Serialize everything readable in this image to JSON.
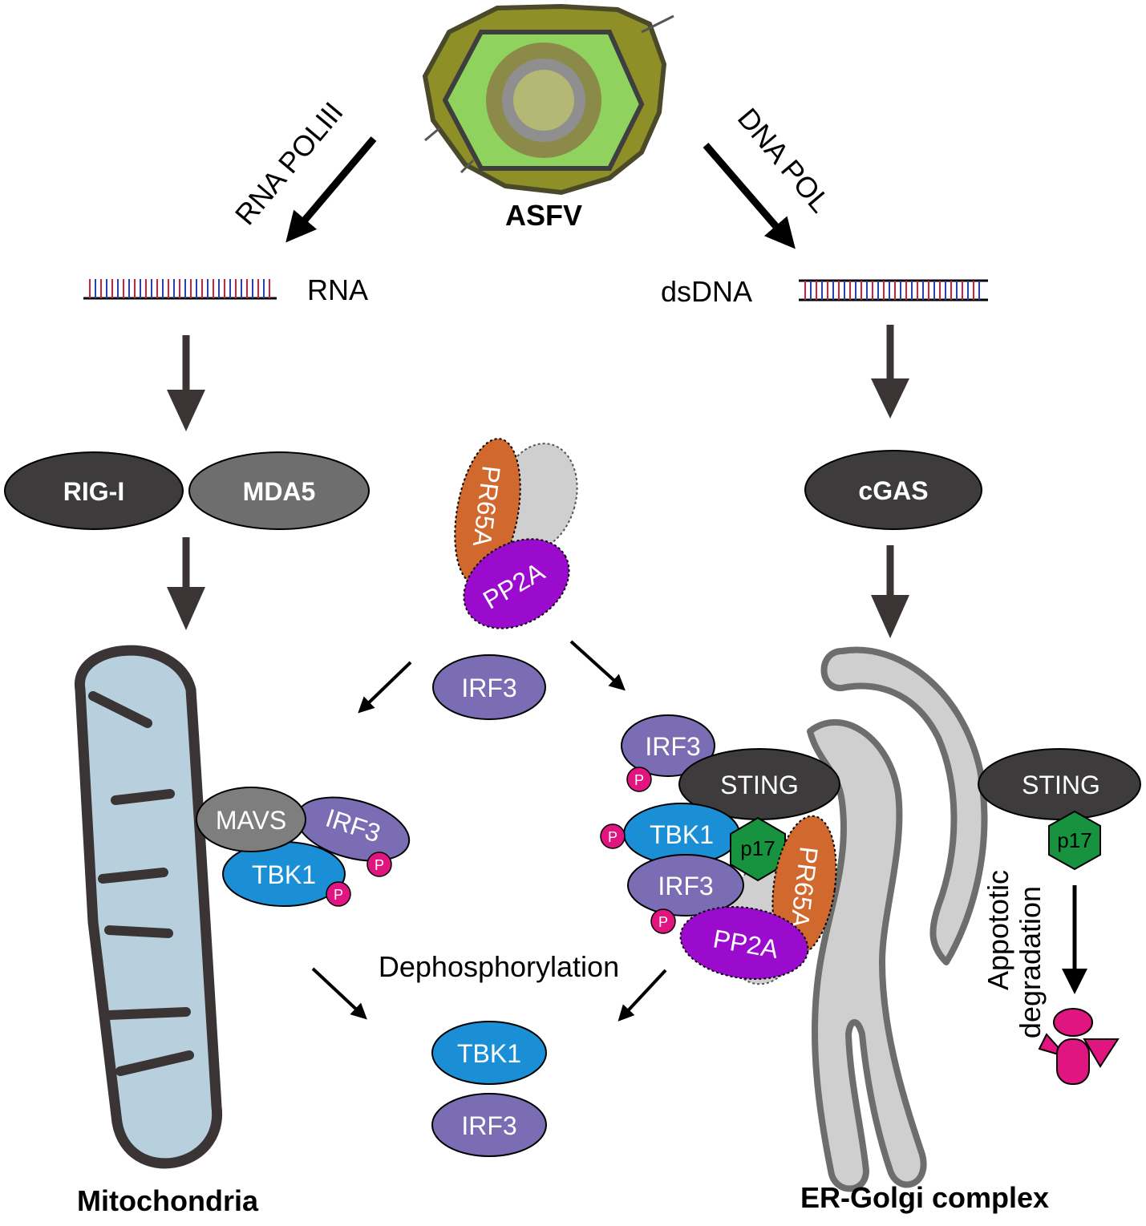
{
  "virus": {
    "label": "ASFV"
  },
  "arrows": {
    "rna_pol": "RNA POLIII",
    "dna_pol": "DNA POL"
  },
  "nucleic": {
    "rna": "RNA",
    "dsdna": "dsDNA"
  },
  "sensors": {
    "rigi": "RIG-I",
    "mda5": "MDA5",
    "cgas": "cGAS"
  },
  "proteins": {
    "pr65a": "PR65A",
    "pp2a": "PP2A",
    "irf3": "IRF3",
    "mavs": "MAVS",
    "tbk1": "TBK1",
    "sting": "STING",
    "p17": "p17",
    "phospho": "P"
  },
  "process": {
    "dephosphorylation": "Dephosphorylation",
    "apoptotic": "Appototic",
    "degradation": "degradation"
  },
  "organelles": {
    "mitochondria": "Mitochondria",
    "er_golgi": "ER-Golgi complex"
  },
  "colors": {
    "dark_ellipse": "#3d3b3b",
    "mid_ellipse": "#6e6e6e",
    "irf3": "#7b6db3",
    "tbk1": "#1a8fd6",
    "pp2a": "#9b0bce",
    "pr65a": "#d1692e",
    "p17": "#17923f",
    "phospho": "#e0157f",
    "mito_fill": "#b8d0dd",
    "golgi_fill": "#cfcfcf",
    "virus_outer": "#8e8f27",
    "virus_inner": "#8fd35e"
  }
}
